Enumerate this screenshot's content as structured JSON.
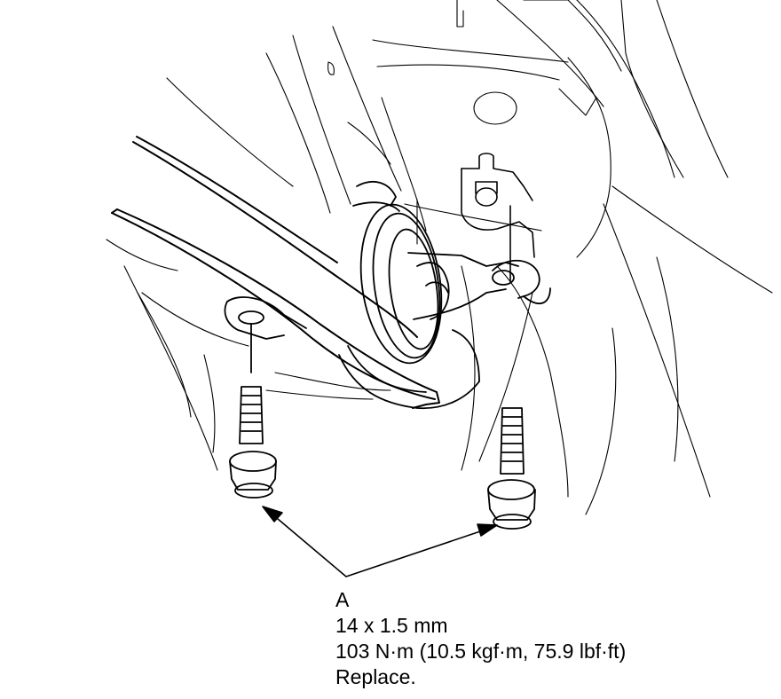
{
  "callout": {
    "letter": "A",
    "size": "14 x 1.5 mm",
    "torque": "103 N·m (10.5 kgf·m, 75.9 lbf·ft)",
    "note": "Replace."
  },
  "colors": {
    "ink": "#000000",
    "background": "#ffffff"
  }
}
